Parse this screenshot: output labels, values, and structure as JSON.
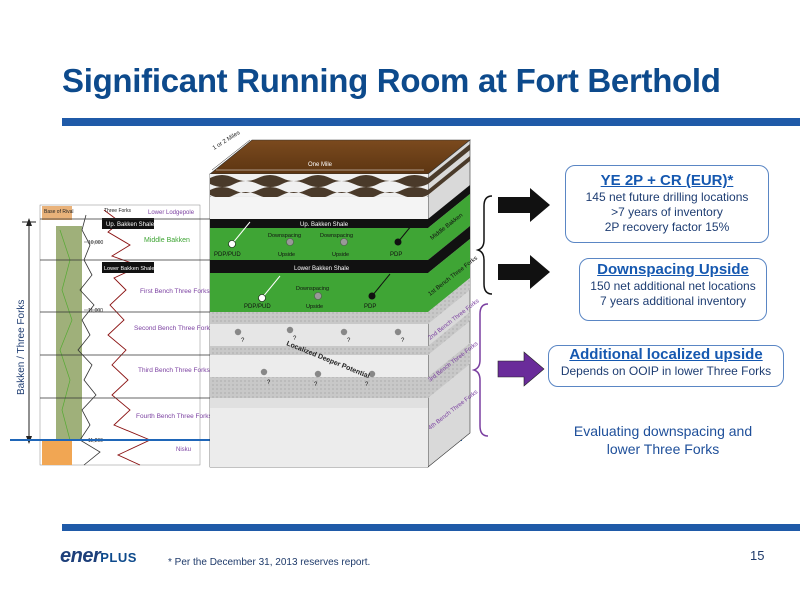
{
  "title": "Significant Running Room at Fort Berthold",
  "diagram": {
    "dimension_top": "1 or 2 Miles",
    "dimension_mile": "One Mile",
    "column_vertical_label": "Bakken / Three Forks",
    "log_top_label": "Base of Rival",
    "log_top_label2": "Three Forks",
    "log_depth_1": "10,000",
    "log_depth_2": "11,000",
    "log_depth_3": "11,200",
    "zones": {
      "lower_lodgepole": "Lower Lodgepole",
      "upper_bakken_shale": "Up. Bakken Shale",
      "middle_bakken": "Middle Bakken",
      "lower_bakken_shale": "Lower Bakken Shale",
      "first_bench": "First Bench Three Forks",
      "second_bench": "Second Bench Three Forks",
      "third_bench": "Third Bench Three Forks",
      "fourth_bench": "Fourth Bench Three Forks",
      "nisku": "Nisku"
    },
    "block": {
      "up_bakken_shale": "Up. Bakken Shale",
      "lower_bakken_shale": "Lower Bakken Shale",
      "downspacing": "Downspacing",
      "upside": "Upside",
      "pdp_pud": "PDP/PUD",
      "pdp": "PDP",
      "question": "?",
      "localized_potential": "Localized Deeper Potential"
    },
    "side_labels": {
      "middle_bakken": "Middle Bakken",
      "first_bench": "1st Bench Three Forks",
      "second_bench": "2nd Bench Three Forks",
      "third_bench": "3rd Bench Three Forks",
      "fourth_bench": "4th Bench Three Forks"
    }
  },
  "boxes": {
    "reserves": {
      "heading": "YE 2P + CR (EUR)*",
      "lines": [
        "145 net future drilling locations",
        ">7 years of inventory",
        "2P recovery factor 15%"
      ]
    },
    "downspacing": {
      "heading": "Downspacing Upside",
      "lines": [
        "150 net additional net locations",
        "7 years additional inventory"
      ]
    },
    "localized": {
      "heading": "Additional localized upside",
      "lines": [
        "Depends on OOIP in lower Three Forks"
      ]
    }
  },
  "evaluating": {
    "line1": "Evaluating downspacing and",
    "line2": "lower Three Forks"
  },
  "logo": {
    "part1": "ener",
    "part2": "PLUS"
  },
  "footnote": "*  Per the December 31, 2013 reserves report.",
  "page_number": "15",
  "colors": {
    "title_blue": "#0d4a8c",
    "rule_blue": "#1f5aa8",
    "green": "#3fa535",
    "purple": "#7a3fa0",
    "arrow_black": "#111111",
    "arrow_purple": "#6a2c9a"
  }
}
